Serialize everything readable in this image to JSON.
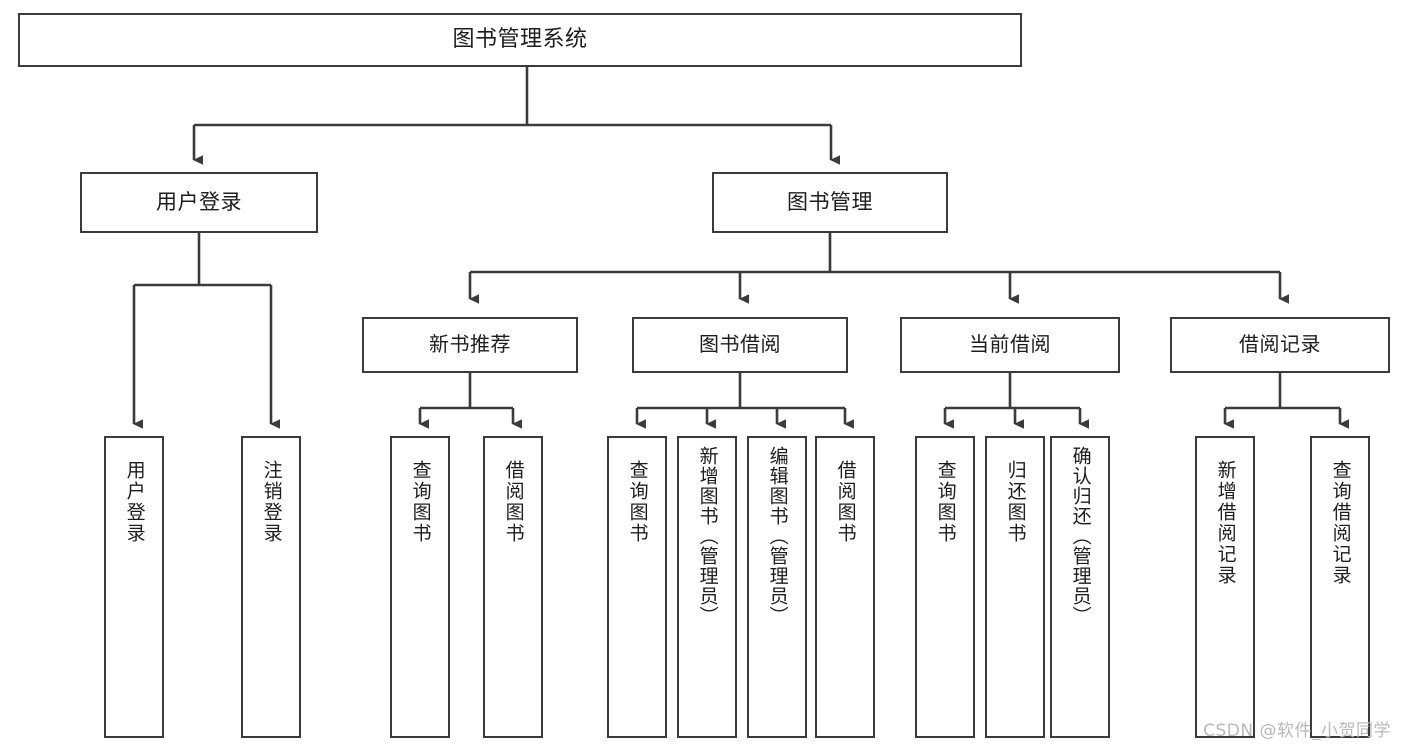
{
  "diagram": {
    "title": "图书管理系统",
    "type": "功能结构图",
    "colors": {
      "background": "#ffffff",
      "box_border": "#3b3b3b",
      "box_fill": "#ffffff",
      "connector": "#3b3b3b",
      "text": "#1d1d1d",
      "watermark": "#b9b9b9"
    }
  },
  "watermark": {
    "text": "CSDN @软件_小贺同学"
  },
  "nodes": {
    "root": {
      "label": "图书管理系统"
    },
    "level1": [
      {
        "id": "user-login",
        "label": "用户登录"
      },
      {
        "id": "book-management",
        "label": "图书管理"
      }
    ],
    "level2": [
      {
        "id": "new-book-recommend",
        "label": "新书推荐"
      },
      {
        "id": "book-borrow",
        "label": "图书借阅"
      },
      {
        "id": "current-borrow",
        "label": "当前借阅"
      },
      {
        "id": "borrow-record",
        "label": "借阅记录"
      }
    ],
    "leaves": {
      "user-login": [
        {
          "id": "leaf-user-login",
          "label": "用户登录"
        },
        {
          "id": "leaf-logout-login",
          "label": "注销登录"
        }
      ],
      "new-book-recommend": [
        {
          "id": "leaf-query-book-1",
          "label": "查询图书"
        },
        {
          "id": "leaf-borrow-book-1",
          "label": "借阅图书"
        }
      ],
      "book-borrow": [
        {
          "id": "leaf-query-book-2",
          "label": "查询图书"
        },
        {
          "id": "leaf-add-book",
          "label": "新增图书（管理员）"
        },
        {
          "id": "leaf-edit-book",
          "label": "编辑图书（管理员）"
        },
        {
          "id": "leaf-borrow-book-2",
          "label": "借阅图书"
        }
      ],
      "current-borrow": [
        {
          "id": "leaf-query-book-3",
          "label": "查询图书"
        },
        {
          "id": "leaf-return-book",
          "label": "归还图书"
        },
        {
          "id": "leaf-confirm-return",
          "label": "确认归还（管理员）"
        }
      ],
      "borrow-record": [
        {
          "id": "leaf-add-record",
          "label": "新增借阅记录"
        },
        {
          "id": "leaf-query-record",
          "label": "查询借阅记录"
        }
      ]
    }
  }
}
